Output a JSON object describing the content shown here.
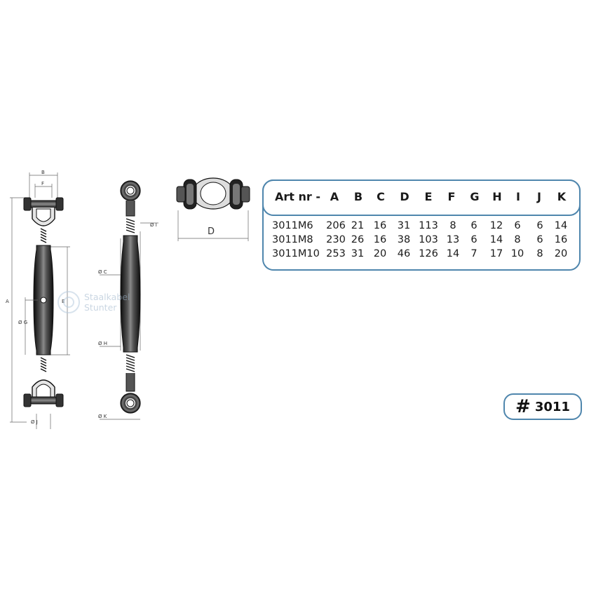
{
  "drawing": {
    "labels": {
      "A": "A",
      "B": "B",
      "F": "F",
      "E": "E",
      "G": "Ø G",
      "J": "Ø J",
      "C": "Ø C",
      "H": "Ø H",
      "K": "Ø K",
      "I": "Ø I",
      "D": "D"
    },
    "watermark": {
      "line1": "Staalkabel",
      "line2": "Stunter"
    }
  },
  "table": {
    "headers": [
      "Art nr -",
      "A",
      "B",
      "C",
      "D",
      "E",
      "F",
      "G",
      "H",
      "I",
      "J",
      "K"
    ],
    "rows": [
      [
        "3011M6",
        "206",
        "21",
        "16",
        "31",
        "113",
        "8",
        "6",
        "12",
        "6",
        "6",
        "14"
      ],
      [
        "3011M8",
        "230",
        "26",
        "16",
        "38",
        "103",
        "13",
        "6",
        "14",
        "8",
        "6",
        "16"
      ],
      [
        "3011M10",
        "253",
        "31",
        "20",
        "46",
        "126",
        "14",
        "7",
        "17",
        "10",
        "8",
        "20"
      ]
    ]
  },
  "tag": {
    "hash": "#",
    "number": "3011"
  },
  "colors": {
    "accent": "#4f86ad",
    "line": "#555555"
  }
}
